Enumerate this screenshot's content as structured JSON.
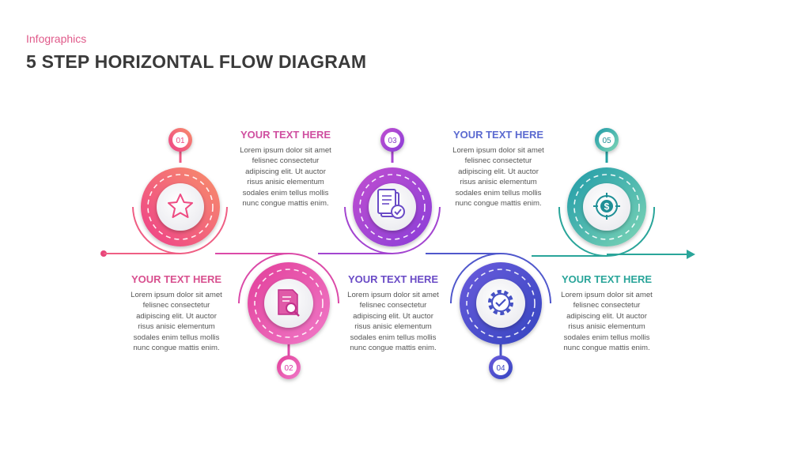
{
  "header": {
    "eyebrow": "Infographics",
    "title": "5 STEP HORIZONTAL  FLOW DIAGRAM"
  },
  "steps": [
    {
      "number": "01",
      "icon": "star-icon",
      "heading": "YOUR TEXT HERE",
      "body": "Lorem ipsum  dolor sit amet felisnec consectetur adipiscing elit. Ut auctor risus anisic elementum sodales enim tellus mollis nunc congue mattis enim.",
      "color": "#ee4b82"
    },
    {
      "number": "02",
      "icon": "search-document-icon",
      "heading": "YOUR TEXT HERE",
      "body": "Lorem ipsum  dolor sit amet felisnec consectetur adipiscing elit. Ut auctor risus anisic elementum sodales enim tellus mollis nunc congue mattis enim.",
      "color": "#d93ca6"
    },
    {
      "number": "03",
      "icon": "checklist-icon",
      "heading": "YOUR TEXT HERE",
      "body": "Lorem ipsum  dolor sit amet felisnec consectetur adipiscing elit. Ut auctor risus anisic elementum sodales enim tellus mollis nunc congue mattis enim.",
      "color": "#a03ccf"
    },
    {
      "number": "04",
      "icon": "gear-check-icon",
      "heading": "YOUR TEXT HERE",
      "body": "Lorem ipsum  dolor sit amet felisnec consectetur adipiscing elit. Ut auctor risus anisic elementum sodales enim tellus mollis nunc congue mattis enim.",
      "color": "#4b50c8"
    },
    {
      "number": "05",
      "icon": "target-dollar-icon",
      "heading": "YOUR TEXT HERE",
      "body": "Lorem ipsum  dolor sit amet felisnec consectetur adipiscing elit. Ut auctor risus anisic elementum sodales enim tellus mollis nunc congue mattis enim.",
      "color": "#2aa59a"
    }
  ],
  "colors": {
    "step1_gradient": [
      "#f7906a",
      "#ee3f8a"
    ],
    "step2_gradient": [
      "#e23f9a",
      "#f07ac8"
    ],
    "step3_gradient": [
      "#c04fd0",
      "#8a3ed8"
    ],
    "step4_gradient": [
      "#6a5bdc",
      "#3546c0"
    ],
    "step5_gradient": [
      "#1f9aa8",
      "#7fd6b6"
    ],
    "heading_colors": [
      "#d8508f",
      "#cf4fa0",
      "#6a4bc6",
      "#5b6ad0",
      "#2aa59a"
    ]
  }
}
